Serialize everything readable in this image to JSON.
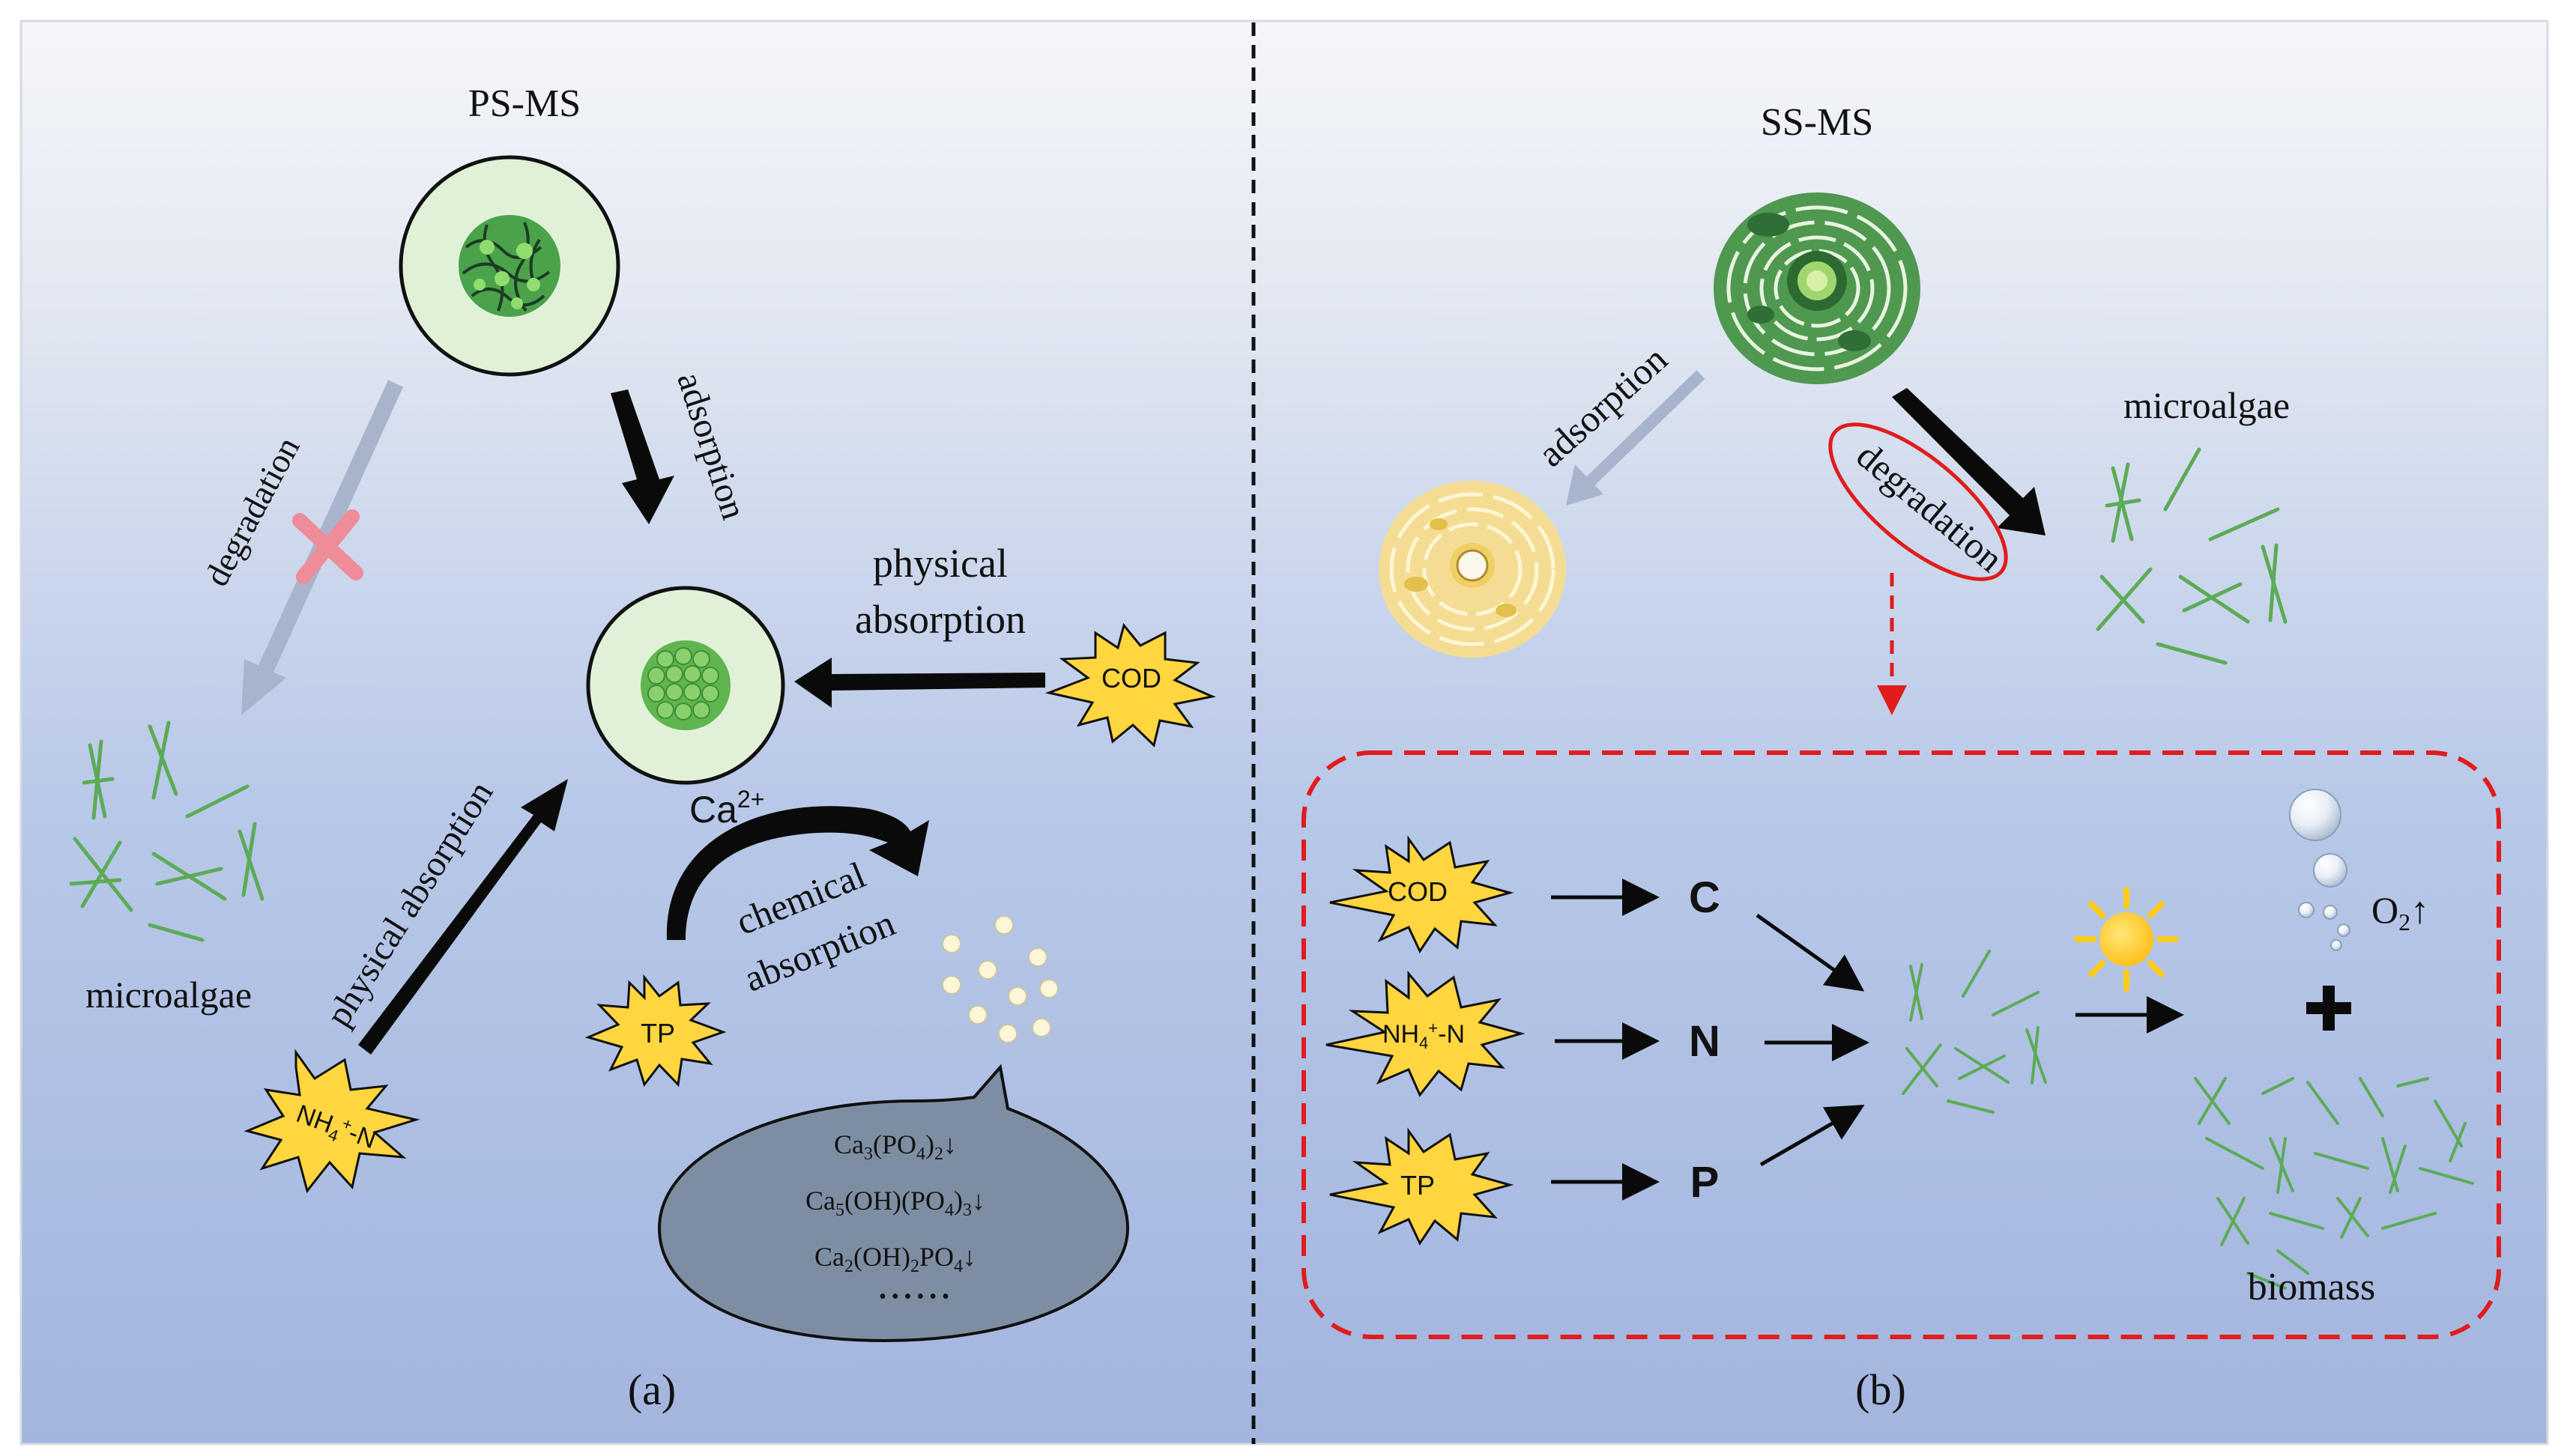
{
  "panel_a": {
    "title": "PS-MS",
    "label_degradation": "degradation",
    "label_adsorption": "adsorption",
    "label_physical_absorption_top_1": "physical",
    "label_physical_absorption_top_2": "absorption",
    "label_physical_absorption_left": "physical absorption",
    "label_chemical_absorption_1": "chemical",
    "label_chemical_absorption_2": "absorption",
    "label_microalgae": "microalgae",
    "ion_ca": "Ca",
    "ion_ca_sup": "2+",
    "pollutant_cod": "COD",
    "pollutant_tp": "TP",
    "pollutant_nh4_a": "NH",
    "pollutant_nh4_sub": "4",
    "pollutant_nh4_sup": "+",
    "pollutant_nh4_b": "-N",
    "precipitates": [
      {
        "p1": "Ca",
        "s1": "3",
        "p2": "(PO",
        "s2": "4",
        "p3": ")",
        "s3": "2",
        "p4": "↓"
      },
      {
        "p1": "Ca",
        "s1": "5",
        "p2": "(OH)(PO",
        "s2": "4",
        "p3": ")",
        "s3": "3",
        "p4": "↓"
      },
      {
        "p1": "Ca",
        "s1": "2",
        "p2": "(OH)",
        "s2": "2",
        "p3": "PO",
        "s3": "4",
        "p4": "↓"
      }
    ],
    "ellipsis": "• • • • • •",
    "caption": "(a)"
  },
  "panel_b": {
    "title": "SS-MS",
    "label_adsorption": "adsorption",
    "label_degradation": "degradation",
    "label_microalgae": "microalgae",
    "pollutant_cod": "COD",
    "pollutant_tp": "TP",
    "pollutant_nh4_a": "NH",
    "pollutant_nh4_sub": "4",
    "pollutant_nh4_sup": "+",
    "pollutant_nh4_b": "-N",
    "element_c": "C",
    "element_n": "N",
    "element_p": "P",
    "oxygen_a": "O",
    "oxygen_sub": "2",
    "oxygen_arrow": "↑",
    "plus": "+",
    "label_biomass": "biomass",
    "caption": "(b)"
  },
  "colors": {
    "background_top": "#f4f5f8",
    "background_bottom": "#a4b6df",
    "microsphere_fill": "#e1f1d8",
    "algae_green": "#5cab57",
    "sludge_green": "#4f9850",
    "sludge_yellow": "#f4dd93",
    "starburst_fill": "#ffd640",
    "arrow_black": "#0a0a0a",
    "arrow_grey": "#a8b4cc",
    "cross_pink": "#ee8c9a",
    "bubble_grey": "#7e8ea2",
    "dashed_red": "#e01c1c",
    "sun_yellow": "#ffcc1a"
  }
}
